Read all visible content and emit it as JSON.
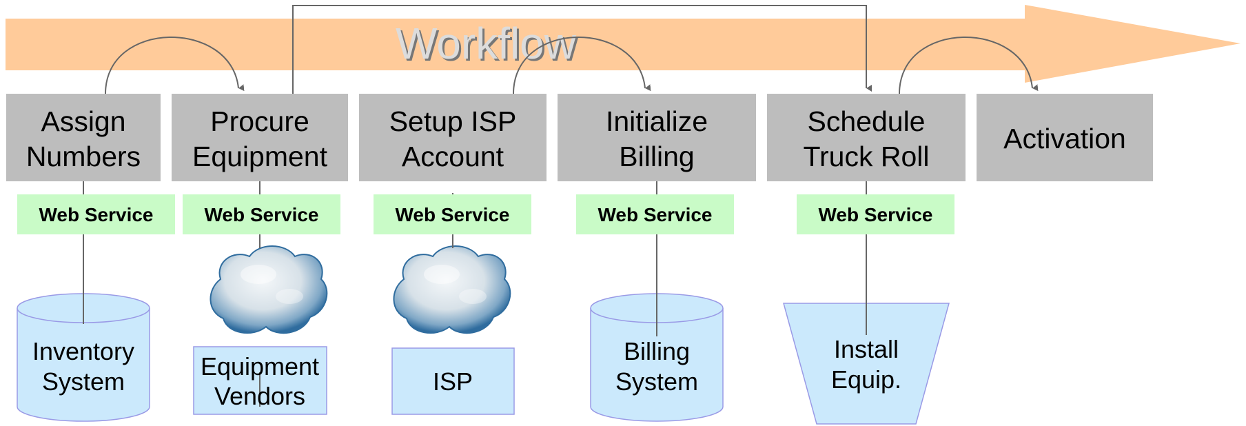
{
  "banner": {
    "title": "Workflow"
  },
  "steps": [
    {
      "line1": "Assign",
      "line2": "Numbers"
    },
    {
      "line1": "Procure",
      "line2": "Equipment"
    },
    {
      "line1": "Setup ISP",
      "line2": "Account"
    },
    {
      "line1": "Initialize",
      "line2": "Billing"
    },
    {
      "line1": "Schedule",
      "line2": "Truck Roll"
    },
    {
      "line1": "Activation",
      "line2": ""
    }
  ],
  "services": [
    {
      "label": "Web Service"
    },
    {
      "label": "Web Service"
    },
    {
      "label": "Web Service"
    },
    {
      "label": "Web Service"
    },
    {
      "label": "Web Service"
    }
  ],
  "systems": [
    {
      "line1": "Inventory",
      "line2": "System",
      "shape": "database"
    },
    {
      "line1": "Equipment",
      "line2": "Vendors",
      "shape": "cloud-box"
    },
    {
      "line1": "ISP",
      "line2": "",
      "shape": "cloud-box"
    },
    {
      "line1": "Billing",
      "line2": "System",
      "shape": "database"
    },
    {
      "line1": "Install",
      "line2": "Equip.",
      "shape": "trapezoid"
    }
  ],
  "colors": {
    "arrow": "#ffcb9a",
    "step_box": "#bdbdbd",
    "web_service": "#c9fbc7",
    "system_fill": "#cbe9fc",
    "system_stroke": "#9a9ae6",
    "connector": "#666666"
  }
}
